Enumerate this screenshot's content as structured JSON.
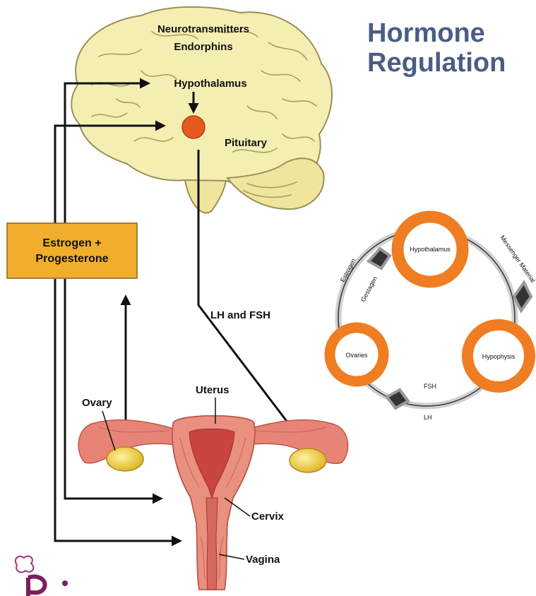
{
  "title": {
    "line1": "Hormone",
    "line2": "Regulation"
  },
  "brain": {
    "neurotransmitters": "Neurotransmitters",
    "endorphins": "Endorphins",
    "hypothalamus": "Hypothalamus",
    "pituitary": "Pituitary"
  },
  "estrogen_box": {
    "line1": "Estrogen +",
    "line2": "Progesterone"
  },
  "lh_fsh": "LH and FSH",
  "reproductive": {
    "ovary": "Ovary",
    "uterus": "Uterus",
    "cervix": "Cervix",
    "vagina": "Vagina"
  },
  "cycle": {
    "hypothalamus": "Hypothalamus",
    "hypophysis": "Hypophysis",
    "ovaries": "Ovaries",
    "estrogen": "Estrogen",
    "gestagen": "Gestagen",
    "messenger": "Messenger Material",
    "fsh": "FSH",
    "lh": "LH"
  },
  "colors": {
    "title": "#4a5d84",
    "brain": "#f5eeb3",
    "brain_outline": "#9a8f55",
    "gland": "#e35b1e",
    "box": "#f0ae2c",
    "ring_orange": "#ef7d22",
    "ring_gray": "#d0d0d0",
    "tissue": "#e78476",
    "ovary": "#f2d63d"
  }
}
